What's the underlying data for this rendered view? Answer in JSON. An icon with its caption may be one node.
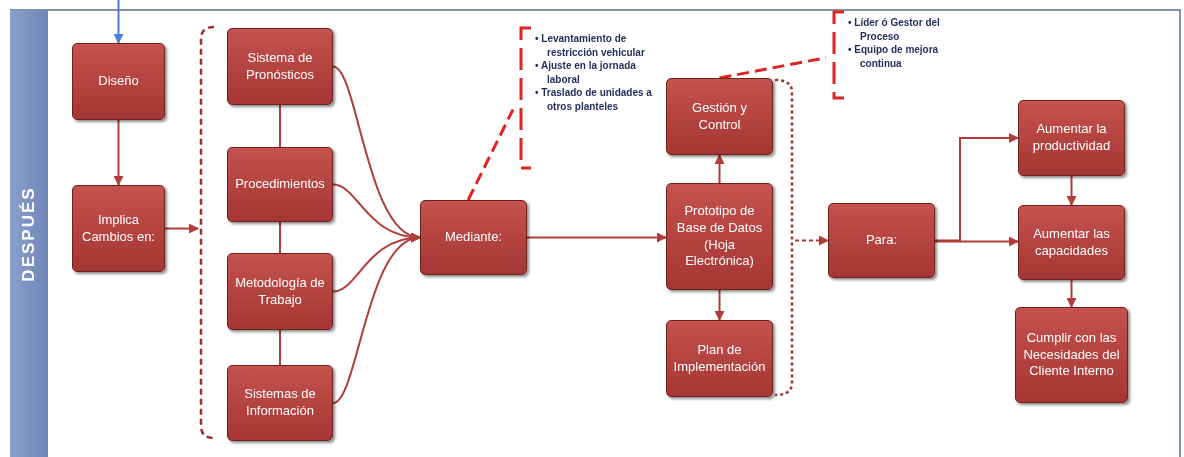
{
  "diagram": {
    "nodes": [
      {
        "text": [
          "DESPUÉS"
        ]
      },
      {
        "text": [
          "Diseño"
        ]
      },
      {
        "text": [
          "Implica Cambios en:"
        ]
      },
      {
        "text": [],
        "shape": "bracket"
      },
      {
        "text": [
          "Sistema de Pronósticos"
        ]
      },
      {
        "text": [
          "Procedimientos"
        ]
      },
      {
        "text": [
          "Metodología de Trabajo"
        ]
      },
      {
        "text": [
          "Sistemas de Información"
        ]
      },
      {
        "text": [
          "Mediante:"
        ]
      },
      {
        "text": [
          "• Levantamiento de restricción vehicular",
          "• Ajuste en la jornada laboral",
          "• Traslado de unidades a otros planteles"
        ]
      },
      {
        "text": [
          "Gestión y Control"
        ]
      },
      {
        "text": [
          "Prototipo de Base de Datos (Hoja Electrónica)"
        ]
      },
      {
        "text": [
          "Plan de Implementación"
        ]
      },
      {
        "text": [
          "• Líder ó Gestor del Proceso",
          "• Equipo de mejora continua"
        ]
      },
      {
        "text": [],
        "shape": "bracket"
      },
      {
        "text": [
          "Para:"
        ]
      },
      {
        "text": [
          "Aumentar la productividad"
        ]
      },
      {
        "text": [
          "Aumentar las capacidades"
        ]
      },
      {
        "text": [
          "Cumplir con las Necesidades del Cliente Interno"
        ]
      }
    ],
    "edges": [
      {
        "from": null,
        "to": 1,
        "arrow": "to",
        "color": "#4a7fd4"
      },
      {
        "from": 1,
        "to": 2,
        "arrow": "to"
      },
      {
        "from": 2,
        "to": 3,
        "arrow": "to"
      },
      {
        "from": 4,
        "to": 5,
        "arrow": "none"
      },
      {
        "from": 5,
        "to": 6,
        "arrow": "none"
      },
      {
        "from": 6,
        "to": 7,
        "arrow": "none"
      },
      {
        "from": 4,
        "to": 8,
        "arrow": "to"
      },
      {
        "from": 5,
        "to": 8,
        "arrow": "to"
      },
      {
        "from": 6,
        "to": 8,
        "arrow": "to"
      },
      {
        "from": 7,
        "to": 8,
        "arrow": "to"
      },
      {
        "from": 8,
        "to": 9,
        "arrow": "none",
        "style": "dashed",
        "color": "#e02424"
      },
      {
        "from": 8,
        "to": 11,
        "arrow": "to"
      },
      {
        "from": 11,
        "to": 10,
        "arrow": "to"
      },
      {
        "from": 11,
        "to": 12,
        "arrow": "to"
      },
      {
        "from": 10,
        "to": 13,
        "arrow": "none",
        "style": "dashed",
        "color": "#e02424"
      },
      {
        "from": 14,
        "to": 15,
        "arrow": "to",
        "style": "dashed"
      },
      {
        "from": 15,
        "to": 16,
        "arrow": "to"
      },
      {
        "from": 15,
        "to": 17,
        "arrow": "to"
      },
      {
        "from": 16,
        "to": 17,
        "arrow": "to"
      },
      {
        "from": 17,
        "to": 18,
        "arrow": "to"
      }
    ]
  }
}
